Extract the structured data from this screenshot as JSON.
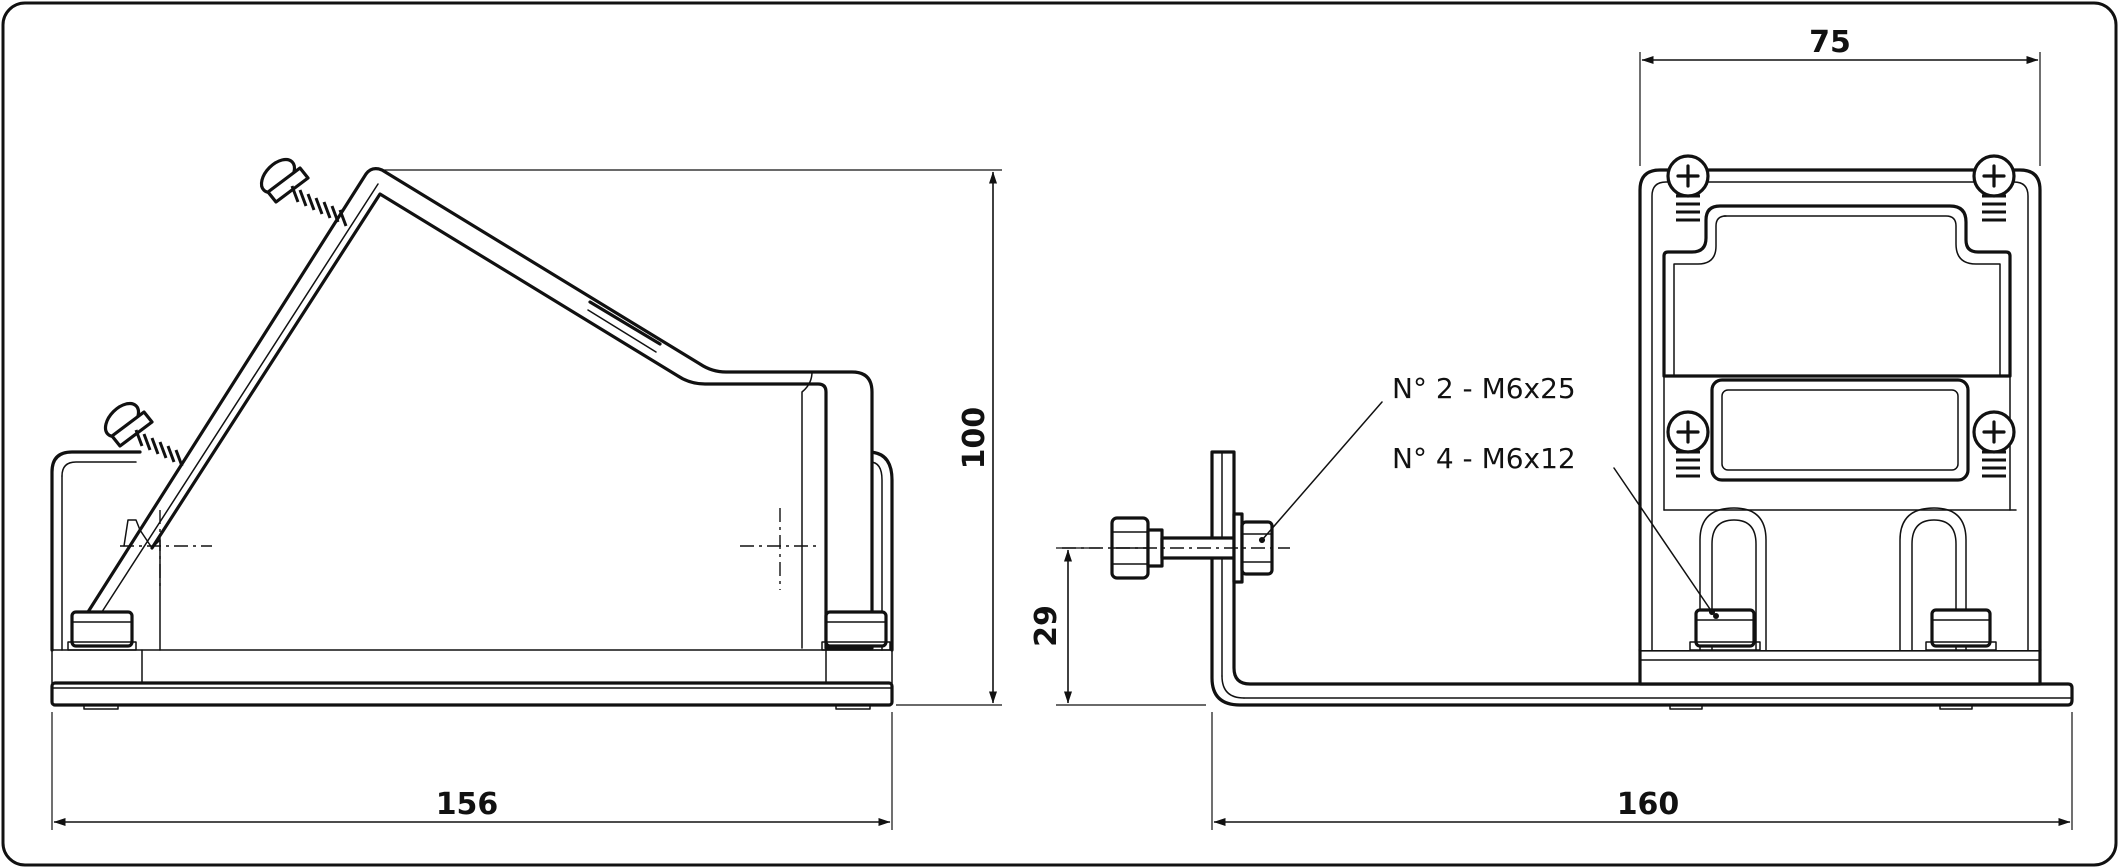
{
  "dimensions": {
    "side_width": "156",
    "side_height": "100",
    "front_height": "75",
    "bolt_height": "29",
    "end_width": "160"
  },
  "callouts": {
    "bolt_m6x25": "N° 2 - M6x25",
    "screw_m6x12": "N° 4 - M6x12"
  },
  "colors": {
    "line": "#111111",
    "background": "#ffffff"
  }
}
